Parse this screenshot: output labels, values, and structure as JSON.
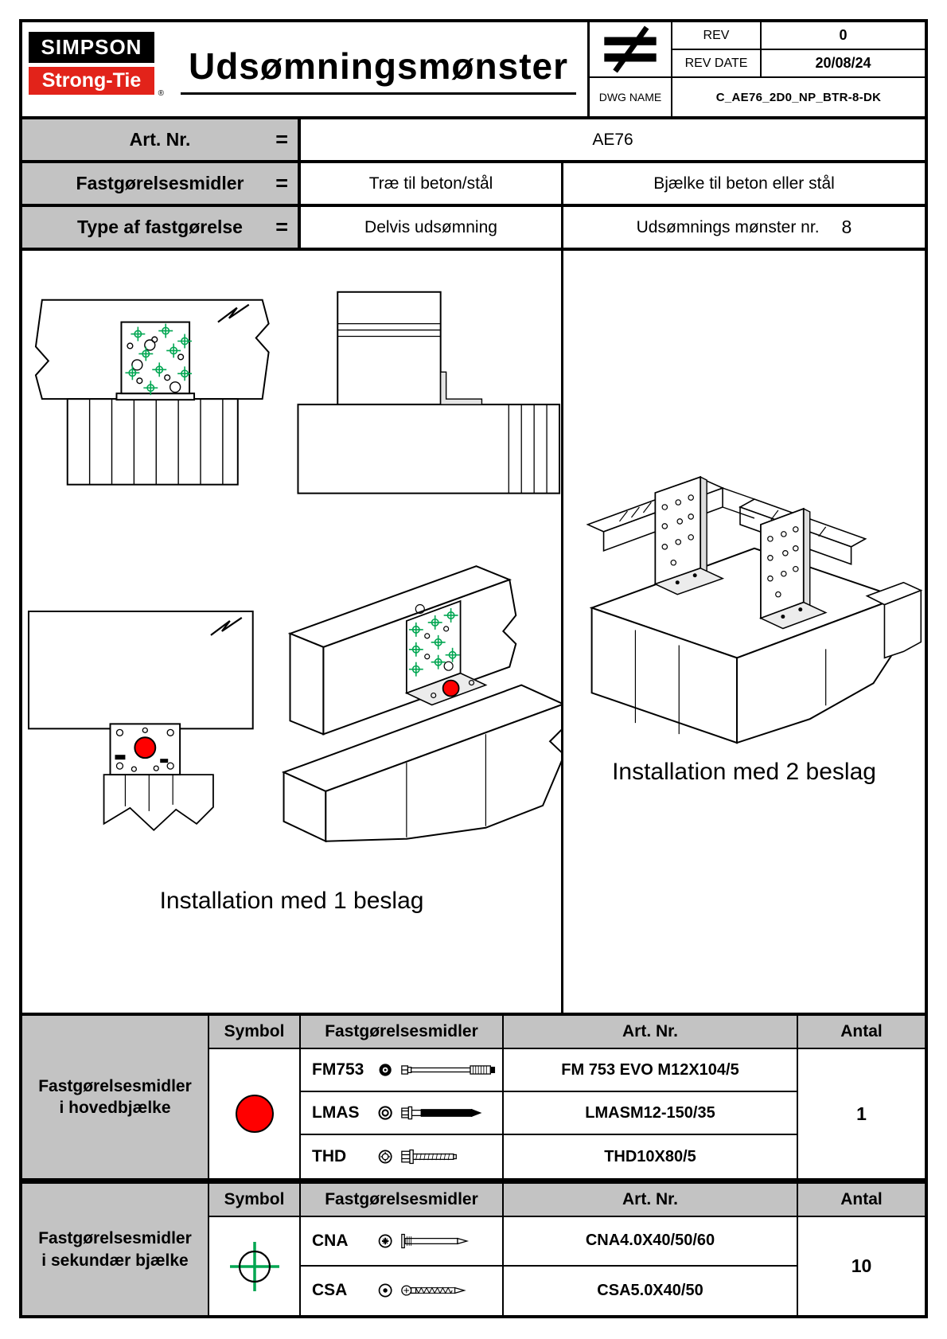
{
  "logo": {
    "line1": "SIMPSON",
    "line2": "Strong-Tie",
    "registered": "®"
  },
  "header": {
    "title": "Udsømningsmønster",
    "not_to_scale_icon": "not-equal-symbol",
    "rev_label": "REV",
    "rev_value": "0",
    "rev_date_label": "REV DATE",
    "rev_date_value": "20/08/24",
    "dwg_label": "DWG NAME",
    "dwg_value": "C_AE76_2D0_NP_BTR-8-DK"
  },
  "info": {
    "art": {
      "label": "Art. Nr.",
      "eq": "=",
      "value": "AE76"
    },
    "fasteners": {
      "label": "Fastgørelsesmidler",
      "eq": "=",
      "value_left": "Træ til beton/stål",
      "value_right": "Bjælke til beton eller stål"
    },
    "type": {
      "label": "Type af fastgørelse",
      "eq": "=",
      "value_left": "Delvis udsømning",
      "pattern_label": "Udsømnings mønster nr.",
      "pattern_value": "8"
    }
  },
  "drawings": {
    "caption_single": "Installation med 1 beslag",
    "caption_double": "Installation med 2 beslag",
    "marker_green": "#00A651",
    "marker_red": "#FF0000"
  },
  "fastener_tables": [
    {
      "section_label_line1": "Fastgørelsesmidler",
      "section_label_line2": "i hovedbjælke",
      "headers": {
        "symbol": "Symbol",
        "fasteners": "Fastgørelsesmidler",
        "art_nr": "Art. Nr.",
        "antal": "Antal"
      },
      "symbol_icon": "red-filled-circle",
      "rows": [
        {
          "name": "FM753",
          "icon": "fm753-bolt",
          "art_nr": "FM 753 EVO M12X104/5"
        },
        {
          "name": "LMAS",
          "icon": "lmas-anchor",
          "art_nr": "LMASM12-150/35"
        },
        {
          "name": "THD",
          "icon": "thd-screw",
          "art_nr": "THD10X80/5"
        }
      ],
      "antal": "1"
    },
    {
      "section_label_line1": "Fastgørelsesmidler",
      "section_label_line2": "i sekundær bjælke",
      "headers": {
        "symbol": "Symbol",
        "fasteners": "Fastgørelsesmidler",
        "art_nr": "Art. Nr.",
        "antal": "Antal"
      },
      "symbol_icon": "green-crosshair-circle",
      "rows": [
        {
          "name": "CNA",
          "icon": "cna-nail",
          "art_nr": "CNA4.0X40/50/60"
        },
        {
          "name": "CSA",
          "icon": "csa-screw",
          "art_nr": "CSA5.0X40/50"
        }
      ],
      "antal": "10"
    }
  ],
  "colors": {
    "logo_red": "#E2231A",
    "marker_red": "#FF0000",
    "marker_green": "#00A651",
    "cell_gray": "#C3C3C3"
  }
}
